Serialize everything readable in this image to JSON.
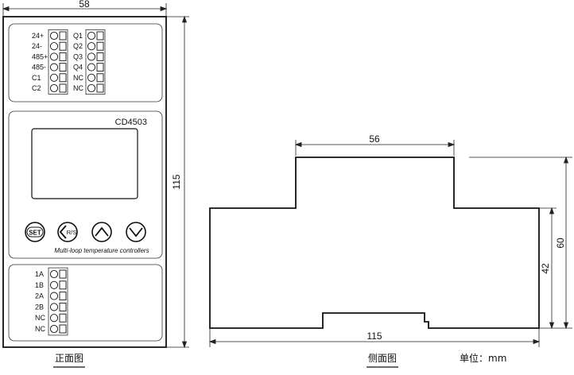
{
  "front_view": {
    "width_dim": "58",
    "height_dim": "115",
    "model": "CD4503",
    "top_left_terminals": [
      "24+",
      "24-",
      "485+",
      "485-",
      "C1",
      "C2"
    ],
    "top_right_terminals": [
      "Q1",
      "Q2",
      "Q3",
      "Q4",
      "NC",
      "NC"
    ],
    "bottom_terminals": [
      "1A",
      "1B",
      "2A",
      "2B",
      "NC",
      "NC"
    ],
    "buttons": {
      "set": "SET",
      "rs": "R/S"
    },
    "tagline": "Multi-loop temperature controllers",
    "caption": "正面图"
  },
  "side_view": {
    "top_width_dim": "56",
    "bottom_width_dim": "115",
    "inner_height_dim": "42",
    "outer_height_dim": "60",
    "caption": "侧面图"
  },
  "unit_label": "单位：mm"
}
